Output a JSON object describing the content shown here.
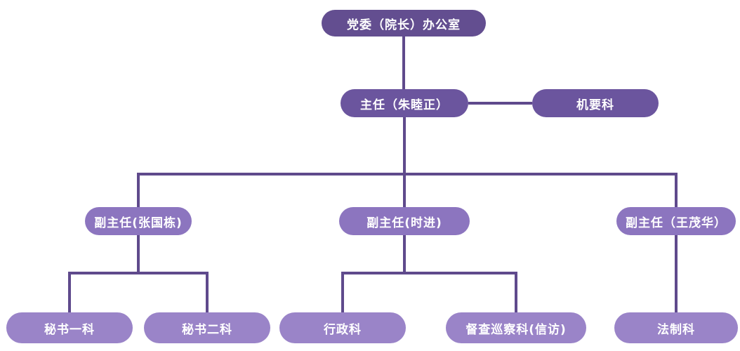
{
  "diagram": {
    "type": "org-chart",
    "nodes": {
      "root": {
        "label": "党委（院长）办公室",
        "level": 1
      },
      "director": {
        "label": "主任（朱睦正）",
        "level": 2
      },
      "confidential": {
        "label": "机要科",
        "level": 2
      },
      "deputy_zhang": {
        "label": "副主任(张国栋)",
        "level": 3
      },
      "deputy_shi": {
        "label": "副主任(时进)",
        "level": 3
      },
      "deputy_wang": {
        "label": "副主任（王茂华）",
        "level": 3
      },
      "secretary1": {
        "label": "秘书一科",
        "level": 4
      },
      "secretary2": {
        "label": "秘书二科",
        "level": 4
      },
      "admin": {
        "label": "行政科",
        "level": 4
      },
      "inspection": {
        "label": "督查巡察科(信访)",
        "level": 4
      },
      "legal": {
        "label": "法制科",
        "level": 4
      }
    },
    "edges": [
      {
        "from": "党委（院长）办公室",
        "to": "主任（朱睦正）"
      },
      {
        "from": "主任（朱睦正）",
        "to": "机要科",
        "style": "lateral"
      },
      {
        "from": "主任（朱睦正）",
        "to": "副主任(张国栋)"
      },
      {
        "from": "主任（朱睦正）",
        "to": "副主任(时进)"
      },
      {
        "from": "主任（朱睦正）",
        "to": "副主任（王茂华）"
      },
      {
        "from": "副主任(张国栋)",
        "to": "秘书一科"
      },
      {
        "from": "副主任(张国栋)",
        "to": "秘书二科"
      },
      {
        "from": "副主任(时进)",
        "to": "行政科"
      },
      {
        "from": "副主任(时进)",
        "to": "督查巡察科(信访)"
      },
      {
        "from": "副主任（王茂华）",
        "to": "法制科"
      }
    ],
    "colors": {
      "level1": "#634e90",
      "level2": "#6b559e",
      "level3": "#8c75bf",
      "level4": "#9a84c8",
      "connector": "#5f4a8c",
      "text": "#ffffff",
      "background": "#ffffff"
    }
  }
}
